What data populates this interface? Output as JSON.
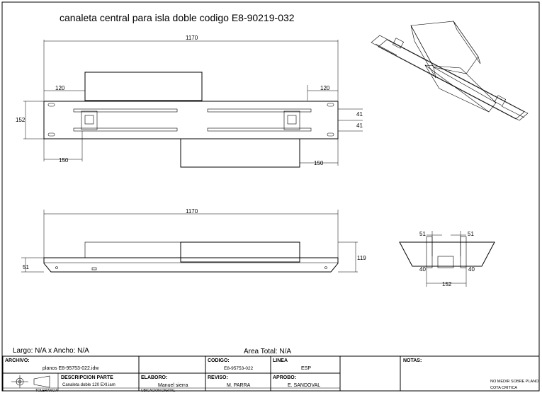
{
  "title": "canaleta central para isla doble codigo E8-90219-032",
  "top_view": {
    "overall_width": "1170",
    "left_offset": "120",
    "right_offset": "120",
    "height": "152",
    "right_dim_top": "41",
    "right_dim_bottom": "41",
    "left_bottom_dim": "150",
    "right_bottom_dim": "150"
  },
  "side_view": {
    "overall_width": "1170",
    "right_height": "119",
    "left_height": "51"
  },
  "section_view": {
    "left_top": "51",
    "right_top": "51",
    "left_bottom": "40",
    "right_bottom": "40",
    "bottom_width": "152"
  },
  "info": {
    "largo_ancho": "Largo: N/A x Ancho: N/A",
    "area_total": "Area Total: N/A"
  },
  "title_block": {
    "archivo_label": "ARCHIVO:",
    "archivo_value": "planos E8-95753-022.idw",
    "descripcion_label": "DESCRIPCION PARTE",
    "descripcion_value": "Canaleta doble 120 EXI.iam",
    "codigo_label": "CODIGO:",
    "codigo_value": "E8-95753-022",
    "linea_label": "LINEA",
    "linea_value": "ESP",
    "elaboro_label": "ELABORO:",
    "elaboro_value": "Manuel sierra",
    "reviso_label": "REVISO:",
    "reviso_value": "M. PARRA",
    "aprobo_label": "APROBO:",
    "aprobo_value": "E. SANDOVAL",
    "notas_label": "NOTAS:",
    "nota_1": "NO MEDIR SOBRE PLANO",
    "nota_2": "COTA CRITICA",
    "bottom_tolerancia": "TOLERANCIA",
    "bottom_ubicacion": "UBICACION DIGITAL"
  }
}
